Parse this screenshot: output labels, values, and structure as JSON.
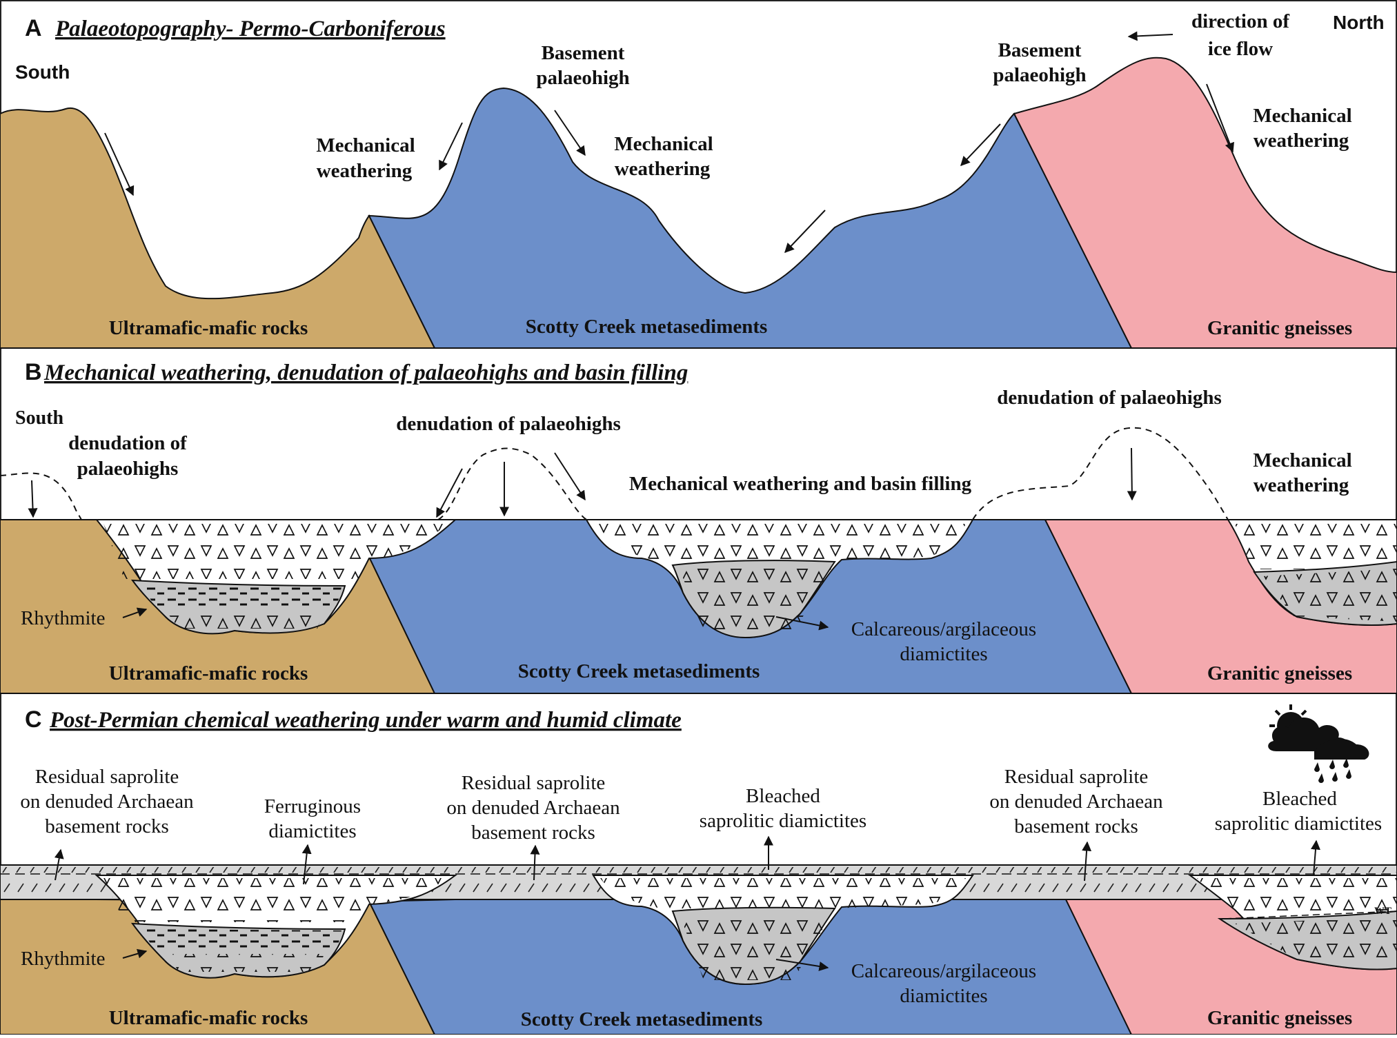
{
  "colors": {
    "ultramafic": "#cda96a",
    "scotty": "#6c8fca",
    "granitic": "#f4a9ae",
    "diamictite_grey": "#c6c6c6",
    "saprolite_grey": "#d8d8d8"
  },
  "panel_a": {
    "letter": "A",
    "title": "Palaeotopography- Permo-Carboniferous",
    "south": "South",
    "north": "North",
    "basement_1": [
      "Basement",
      "palaeohigh"
    ],
    "basement_2": [
      "Basement",
      "palaeohigh"
    ],
    "ice_flow": [
      "direction of",
      "ice flow"
    ],
    "mech_1": [
      "Mechanical",
      "weathering"
    ],
    "mech_2": [
      "Mechanical",
      "weathering"
    ],
    "mech_3": [
      "Mechanical",
      "weathering"
    ],
    "rock_1": "Ultramafic-mafic rocks",
    "rock_2": "Scotty Creek metasediments",
    "rock_3": "Granitic gneisses"
  },
  "panel_b": {
    "letter": "B",
    "title": "Mechanical weathering, denudation of palaeohighs and basin filling",
    "south": "South",
    "denud_1": [
      "denudation of",
      "palaeohighs"
    ],
    "denud_2": "denudation of palaeohighs",
    "denud_3": "denudation of palaeohighs",
    "mech_fill": "Mechanical weathering and basin filling",
    "mech": [
      "Mechanical",
      "weathering"
    ],
    "rhythmite": "Rhythmite",
    "calc": [
      "Calcareous/argilaceous",
      "diamictites"
    ],
    "rock_1": "Ultramafic-mafic rocks",
    "rock_2": "Scotty Creek metasediments",
    "rock_3": "Granitic gneisses"
  },
  "panel_c": {
    "letter": "C",
    "title": "Post-Permian chemical weathering under warm and humid climate",
    "residual_1": [
      "Residual saprolite",
      "on denuded Archaean",
      "basement rocks"
    ],
    "ferruginous": [
      "Ferruginous",
      "diamictites"
    ],
    "residual_2": [
      "Residual saprolite",
      "on denuded Archaean",
      "basement rocks"
    ],
    "bleached_1": [
      "Bleached",
      "saprolitic diamictites"
    ],
    "residual_3": [
      "Residual saprolite",
      "on denuded Archaean",
      "basement rocks"
    ],
    "bleached_2": [
      "Bleached",
      "saprolitic diamictites"
    ],
    "wt": "WT",
    "rhythmite": "Rhythmite",
    "calc": [
      "Calcareous/argilaceous",
      "diamictites"
    ],
    "rock_1": "Ultramafic-mafic rocks",
    "rock_2": "Scotty Creek metasediments",
    "rock_3": "Granitic gneisses",
    "weather_icon": "sun-cloud-rain-icon"
  }
}
